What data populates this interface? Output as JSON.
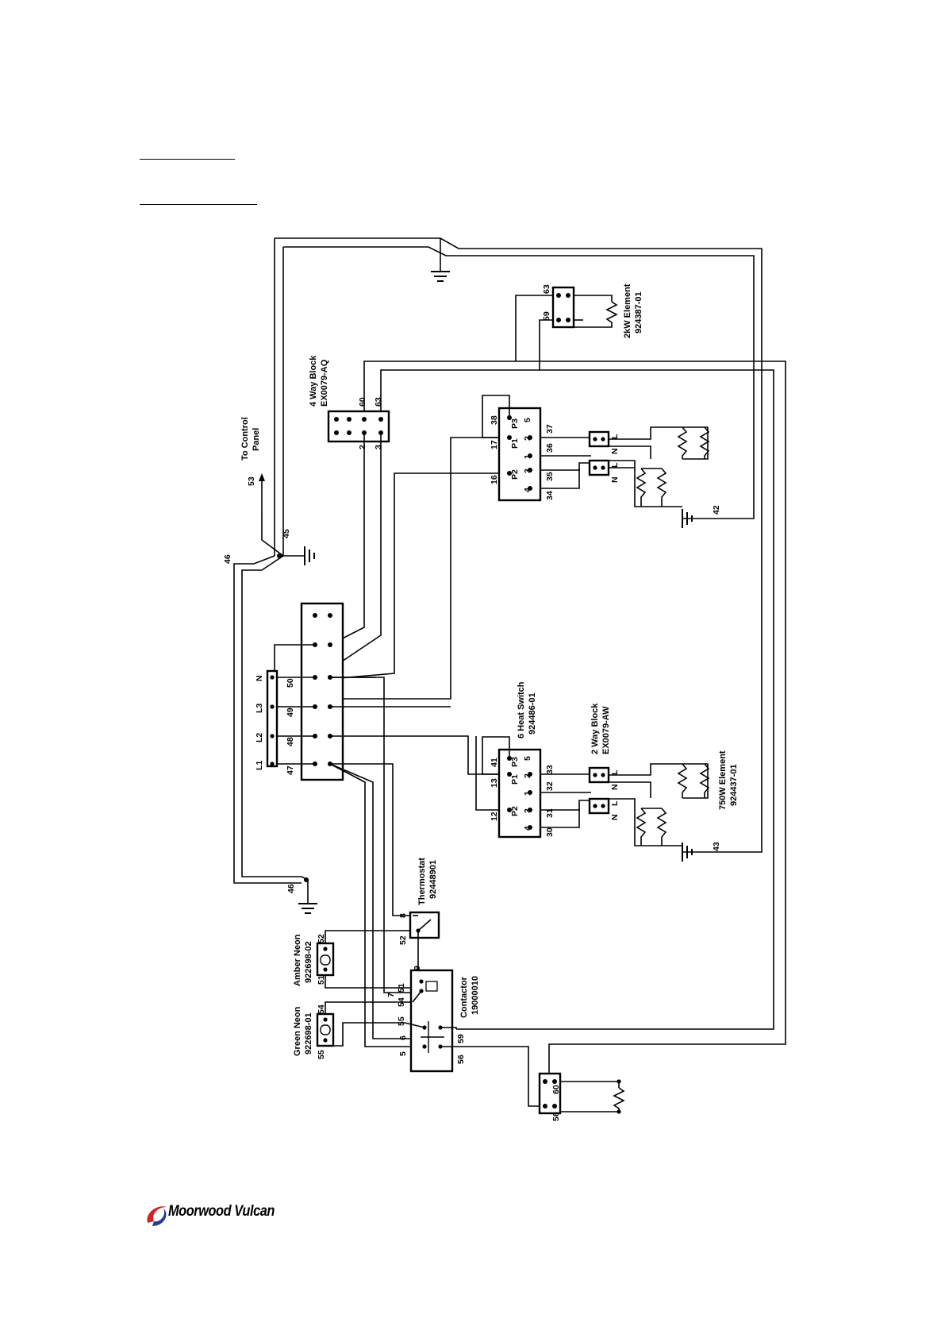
{
  "labels": {
    "to_control_panel_1": "To Control",
    "to_control_panel_2": "Panel",
    "block4_name": "4 Way Block",
    "block4_code": "EX0079-AQ",
    "el2kw_name": "2kW Element",
    "el2kw_code": "924387-01",
    "switch_name": "6 Heat Switch",
    "switch_code": "924486-01",
    "block2_name": "2 Way Block",
    "block2_code": "EX0079-AW",
    "el750_name": "750W Element",
    "el750_code": "924437-01",
    "thermostat_name": "Thermostat",
    "thermostat_code": "92448901",
    "contactor_name": "Contactor",
    "contactor_code": "19000010",
    "amber_name": "Amber Neon",
    "amber_code": "922698-02",
    "green_name": "Green Neon",
    "green_code": "922698-01"
  },
  "terminal_numbers": {
    "t53": "53",
    "t45": "45",
    "t46a": "46",
    "t46b": "46",
    "t47": "47",
    "t48": "48",
    "t49": "49",
    "t50": "50",
    "tL1": "L1",
    "tL2": "L2",
    "tL3": "L3",
    "tN": "N",
    "t2": "2",
    "t3": "3",
    "t60a": "60",
    "t63a": "63",
    "t63b": "63",
    "t59a": "59",
    "t38": "38",
    "t17": "17",
    "t16": "16",
    "t37": "37",
    "t36": "36",
    "t35": "35",
    "t34": "34",
    "t42": "42",
    "t41": "41",
    "t13": "13",
    "t12": "12",
    "t33": "33",
    "t32": "32",
    "t31": "31",
    "t30": "30",
    "t43": "43",
    "t8": "8",
    "t52a": "52",
    "t9": "9",
    "t52b": "52",
    "t51a": "51",
    "t51b": "51",
    "t7": "7",
    "t54a": "54",
    "t54b": "54",
    "t55a": "55",
    "t55b": "55",
    "t6": "6",
    "t5": "5",
    "t59b": "59",
    "t56a": "56",
    "t60b": "60",
    "t56b": "56"
  },
  "switch_pins": {
    "P1": "P1",
    "P2": "P2",
    "P3": "P3",
    "n1": "1",
    "n2": "2",
    "n3": "3",
    "n4": "4",
    "n5": "5"
  },
  "block_pins": {
    "L": "L",
    "N": "N"
  },
  "logo": {
    "brand": "Moorwood Vulcan",
    "colors": {
      "red": "#d2232a",
      "blue": "#1f3f8f"
    }
  }
}
